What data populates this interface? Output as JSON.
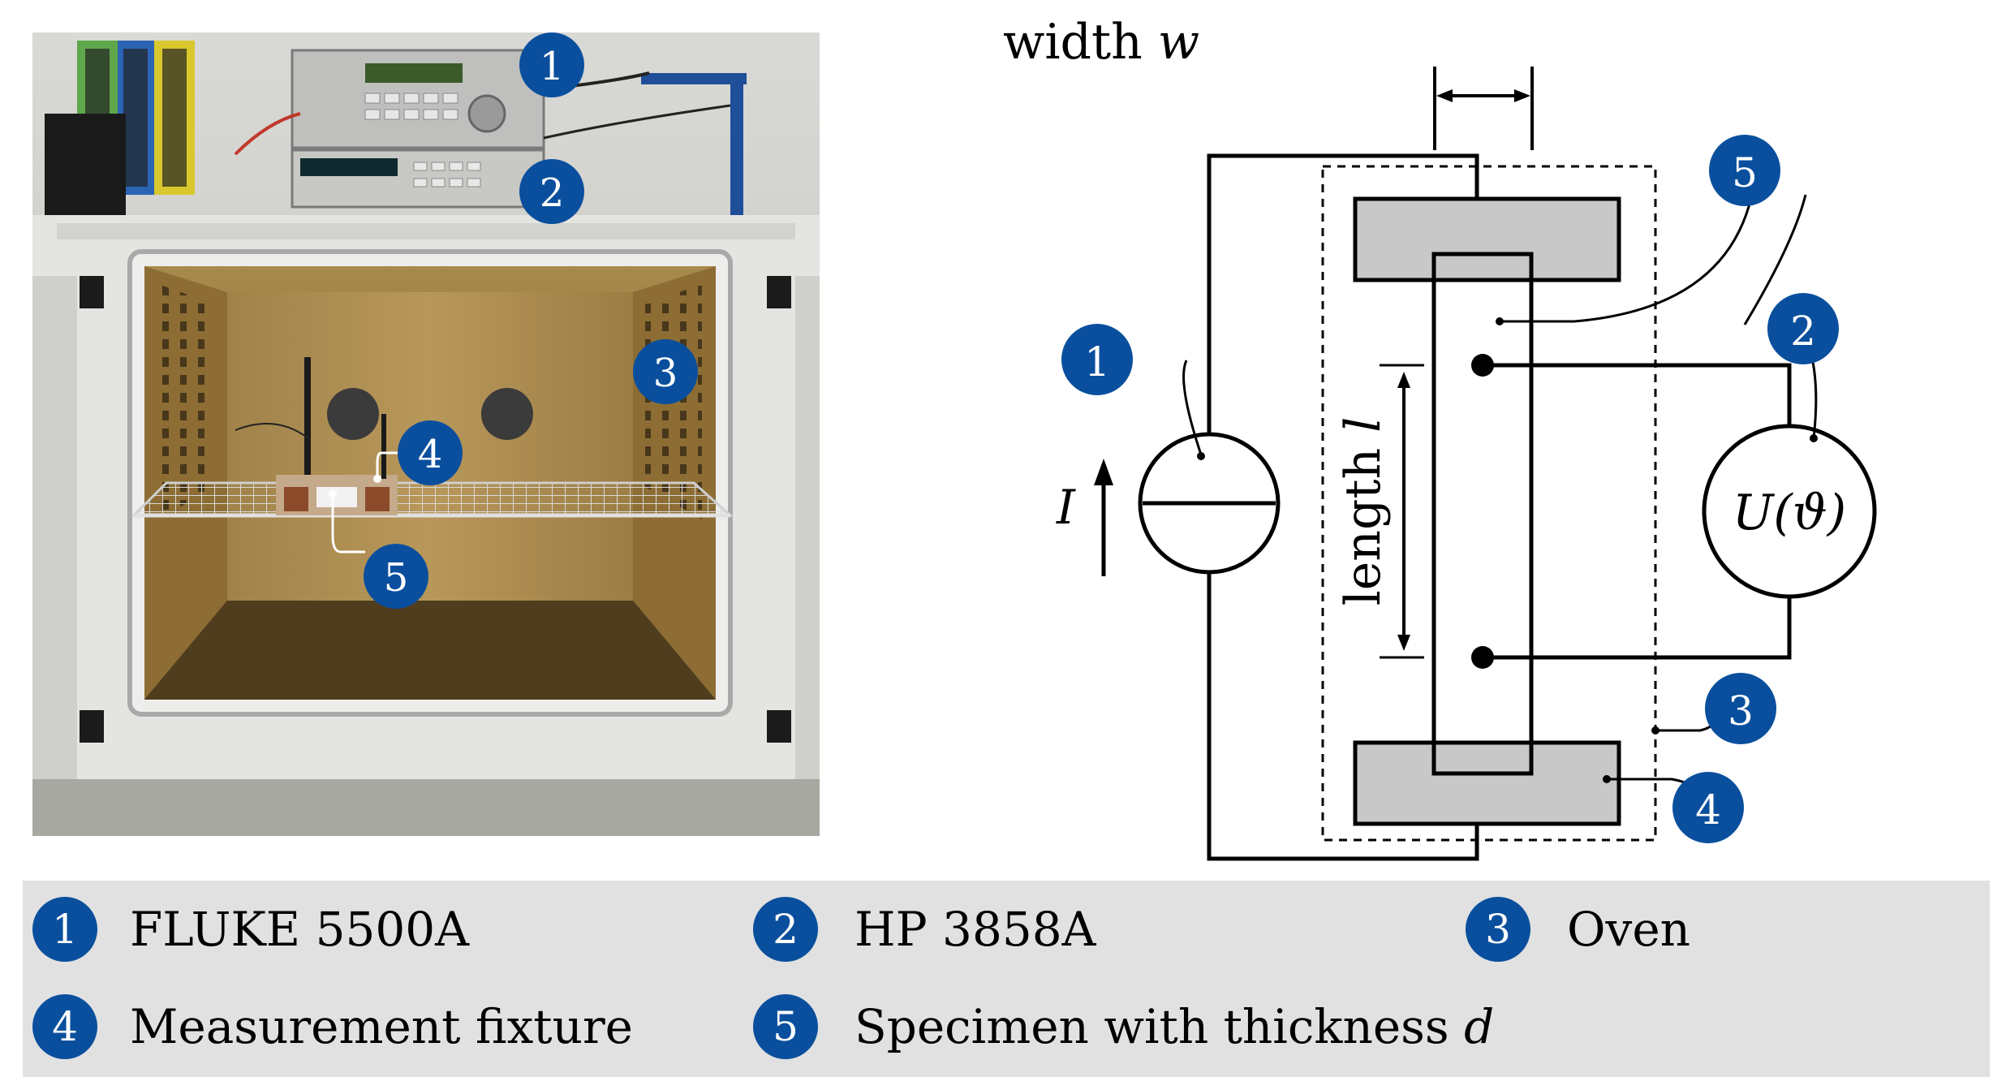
{
  "colors": {
    "accent": "#0a4f9e",
    "legend_bg": "#e1e1e1",
    "electrode_fill": "#c8c8c8"
  },
  "badges": {
    "b1": "1",
    "b2": "2",
    "b3": "3",
    "b4": "4",
    "b5": "5"
  },
  "schematic": {
    "width_label": "width ",
    "width_symbol": "w",
    "length_label": "length ",
    "length_symbol": "l",
    "current_label": "I",
    "voltage_label": "U(ϑ)"
  },
  "legend": [
    {
      "number": "1",
      "label": "FLUKE 5500A"
    },
    {
      "number": "2",
      "label": "HP 3858A"
    },
    {
      "number": "3",
      "label": "Oven"
    },
    {
      "number": "4",
      "label": "Measurement fixture"
    },
    {
      "number": "5",
      "label": "Specimen with thickness ",
      "symbol": "d"
    }
  ]
}
